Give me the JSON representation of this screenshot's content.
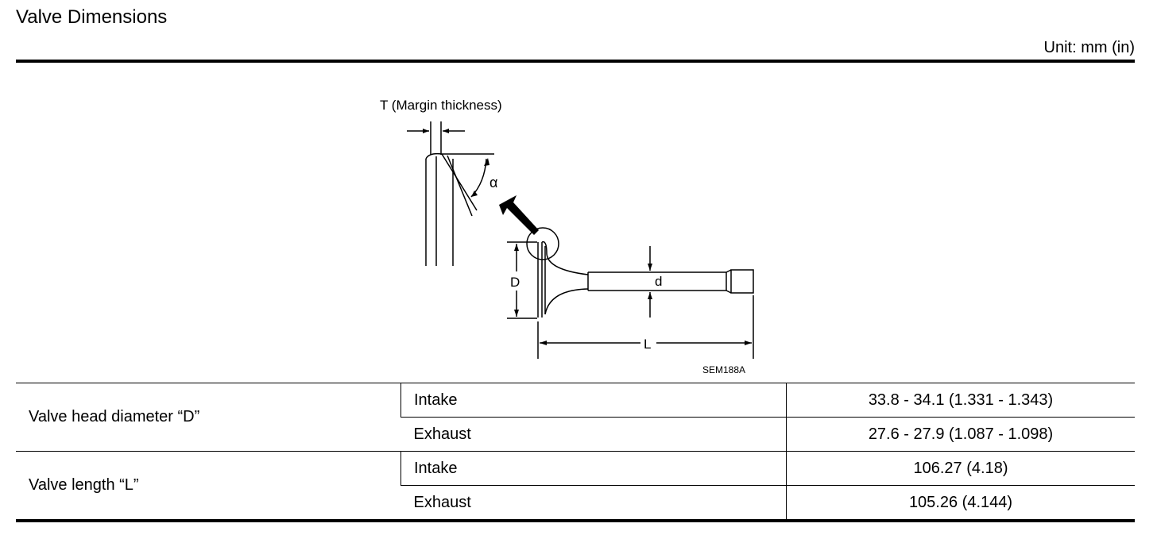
{
  "header": {
    "title": "Valve Dimensions",
    "unit": "Unit: mm (in)"
  },
  "figure": {
    "margin_label": "T (Margin thickness)",
    "angle_label": "α",
    "diameter_label": "D",
    "stem_label": "d",
    "length_label": "L",
    "code": "SEM188A"
  },
  "table": {
    "rows": [
      {
        "parameter": "Valve head diameter “D”",
        "entries": [
          {
            "type": "Intake",
            "value": "33.8 - 34.1 (1.331 - 1.343)"
          },
          {
            "type": "Exhaust",
            "value": "27.6 - 27.9 (1.087 - 1.098)"
          }
        ]
      },
      {
        "parameter": "Valve length “L”",
        "entries": [
          {
            "type": "Intake",
            "value": "106.27 (4.18)"
          },
          {
            "type": "Exhaust",
            "value": "105.26 (4.144)"
          }
        ]
      }
    ]
  }
}
